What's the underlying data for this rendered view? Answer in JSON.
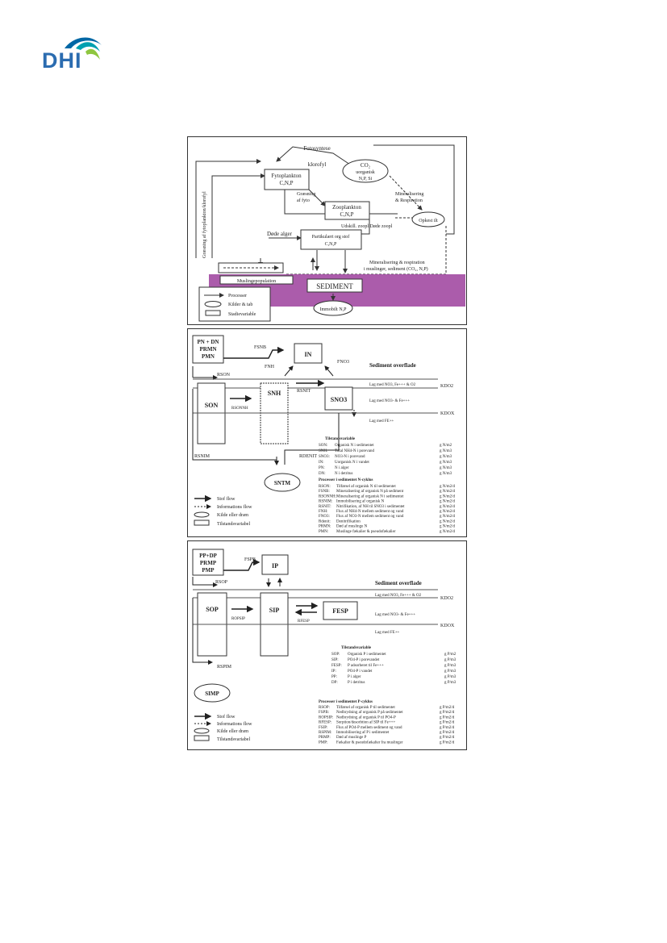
{
  "logo": {
    "text": "DHI",
    "colors": [
      "#8ec63f",
      "#00a0b0",
      "#0067a5"
    ]
  },
  "panel1": {
    "fotosyntese": "Fotosyntese",
    "klorofyl": "klorofyl",
    "co2_box": [
      "CO₂",
      "uorganisk",
      "N,P, Si"
    ],
    "fytoplankton": [
      "Fytoplankton",
      "C,N,P"
    ],
    "zooplankton": [
      "Zooplankton",
      "C,N,P"
    ],
    "graesning": [
      "Græsning",
      "af fyto"
    ],
    "mineralisering": [
      "Mineralisering",
      "& Respiration"
    ],
    "udskill": "Udskill. zoopl  Døde zoopl",
    "opkest": "Opkest ilt",
    "dode_alger": "Døde alger",
    "partikulaert": [
      "Partikulært org stof",
      "C,N,P"
    ],
    "vertical": "Græsning af fytoplankton/klorofyl",
    "min_resp": [
      "Mineralisering & respiration",
      "i muslinger, sediment (CO₂, N,P)"
    ],
    "muslinge": "Muslingepopulation",
    "sediment": "SEDIMENT",
    "immobilt": "Immobilt N,P",
    "legend": [
      "Processer",
      "Kilder & tab",
      "Stadievariable"
    ]
  },
  "panel2": {
    "source": [
      "PN + DN",
      "PRMN",
      "PMN"
    ],
    "fsnb": "FSNB",
    "in": "IN",
    "fnh": "FNH",
    "fno3": "FNO3",
    "rson": "RSON",
    "sed_overflade": "Sediment overflade",
    "lag_no3_o2": "Lag med NO3, Fe+++ & O2",
    "kdo2": "KDO2",
    "son": "SON",
    "snh": "SNH",
    "sno3": "SNO3",
    "rsnit": "RSNIT",
    "rsonnh": "RSONNH",
    "lag_no3": "Lag med NO3- & Fe+++",
    "kdox": "KDOX",
    "lag_fe": "Lag med FE++",
    "rsnim": "RSNIM",
    "rdenit": "RDENIT",
    "sntm": "SNTM",
    "tilstand_title": "Tilstandsvariable",
    "tilstand": [
      [
        "SON:",
        "Organisk N i sedimentet",
        "g N/m2"
      ],
      [
        "SNH:",
        "Total NH4-N i porevand",
        "g N/m3"
      ],
      [
        "SNO3:",
        "NO3-N i porevand",
        "g N/m3"
      ],
      [
        "IN:",
        "Uorganisk N i vandet",
        "g N/m3"
      ],
      [
        "PN:",
        "N i alger",
        "g N/m3"
      ],
      [
        "DN:",
        "N i detritus",
        "g N/m3"
      ]
    ],
    "proc_title": "Processer i sedimentet N-cyklus",
    "processes": [
      [
        "RSON:",
        "Tilførsel af organisk N til sedimentet",
        "g N/m2/d"
      ],
      [
        "FSNB:",
        "Mineralisering af organisk N på sediment",
        "g N/m2/d"
      ],
      [
        "RSONNH:",
        "Mineralisering af organisk N i sedimentet",
        "g N/m2/d"
      ],
      [
        "RSNIM:",
        "Immobilisering af organisk N",
        "g N/m2/d"
      ],
      [
        "RSNIT:",
        "Nitrifikation, af NH til SNO3 i sedimentet",
        "g N/m2/d"
      ],
      [
        "FNH:",
        "Flux af NH4-N mellem sediment og vand",
        "g N/m2/d"
      ],
      [
        "FNO3:",
        "Flux af NO3-N mellem sediment og vand",
        "g N/m2/d"
      ],
      [
        "Rdenit:",
        "Denitrifikation",
        "g N/m2/d"
      ],
      [
        "PRMN:",
        "Død af muslinge N",
        "g N/m2/d"
      ],
      [
        "PMN:",
        "Muslinge fækalier & pseudofækalier",
        "g N/m2/d"
      ]
    ],
    "legend": [
      "Stof flow",
      "Informations flow",
      "Kilde eller dræn",
      "Tilstandsvariabel"
    ]
  },
  "panel3": {
    "source": [
      "PP+DP",
      "PRMP",
      "PMP"
    ],
    "fspb": "FSPB",
    "ip": "IP",
    "rsop": "RSOP",
    "sed_overflade": "Sediment overflade",
    "lag_no3_o2": "Lag med NO3, Fe+++ & O2",
    "kdo2": "KDO2",
    "sop": "SOP",
    "sip": "SIP",
    "fesp": "FESP",
    "ropsip": "ROPSIP",
    "rfesp": "RFESP",
    "lag_no3": "Lag med NO3- & Fe+++",
    "kdox": "KDOX",
    "lag_fe": "Lag med FE++",
    "rspim": "RSPIM",
    "simp": "SIMP",
    "tilstand_title": "Tilstandsvariable",
    "tilstand": [
      [
        "SOP:",
        "Organisk P i sedimentet",
        "g P/m2"
      ],
      [
        "SIP:",
        "PO4-P i porevandet",
        "g P/m3"
      ],
      [
        "FESP:",
        "P adsorberet til Fe+++",
        "g P/m3"
      ],
      [
        "IP:",
        "PO4-P i vandet",
        "g P/m3"
      ],
      [
        "PP:",
        "P i alger",
        "g P/m3"
      ],
      [
        "DP:",
        "P i detritus",
        "g P/m3"
      ]
    ],
    "proc_title": "Processer i sedimentet P-cyklus",
    "processes": [
      [
        "RSOP:",
        "Tilførsel af organisk P til sedimentet",
        "g P/m2/d"
      ],
      [
        "FSPB:",
        "Nedbrydning af organisk P på sedimentet",
        "g P/m2/d"
      ],
      [
        "ROPSIP:",
        "Nedbrydning af organisk P til PO4-P",
        "g P/m2/d"
      ],
      [
        "RFESP:",
        "Sorption/desorbtion af SIP til Fe+++",
        "g P/m2/d"
      ],
      [
        "FSIP:",
        "Flux af PO4-P mellem sediment og vand",
        "g P/m2/d"
      ],
      [
        "RSPIM:",
        "Immobilisering af P i sedimentet",
        "g P/m2/d"
      ],
      [
        "PRMP:",
        "Død af muslinge P",
        "g P/m2/d"
      ],
      [
        "PMP:",
        "Fækalier & pseudofækalier fra muslinger",
        "g P/m2/d"
      ]
    ],
    "legend": [
      "Stof flow",
      "Informations flow",
      "Kilde eller dræn",
      "Tilstandsvariabel"
    ]
  }
}
